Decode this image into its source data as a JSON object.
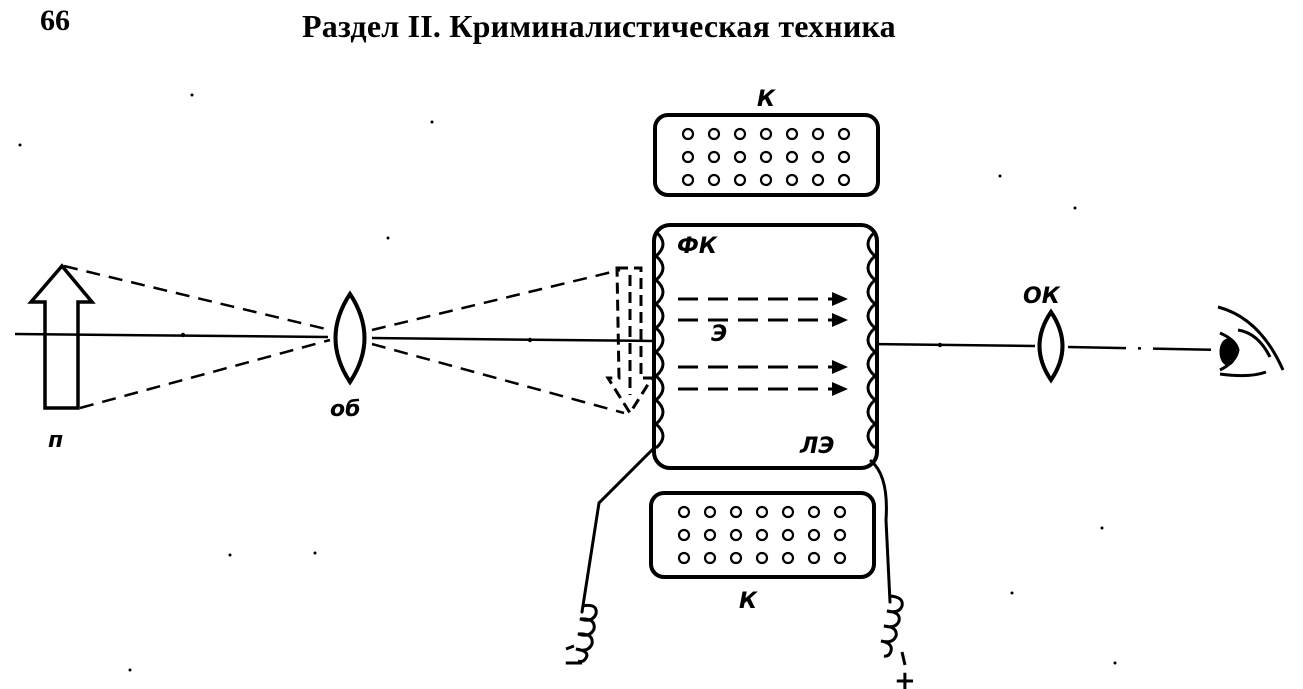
{
  "header": {
    "page_number": "66",
    "title": "Раздел II. Криминалистическая техника"
  },
  "labels": {
    "object": "п",
    "objective": "об",
    "photocathode": "ФК",
    "electrons": "Э",
    "screen": "ЛЭ",
    "eyepiece": "ОК",
    "coil_top": "К",
    "coil_bottom": "К",
    "minus": "−",
    "plus": "+"
  }
}
